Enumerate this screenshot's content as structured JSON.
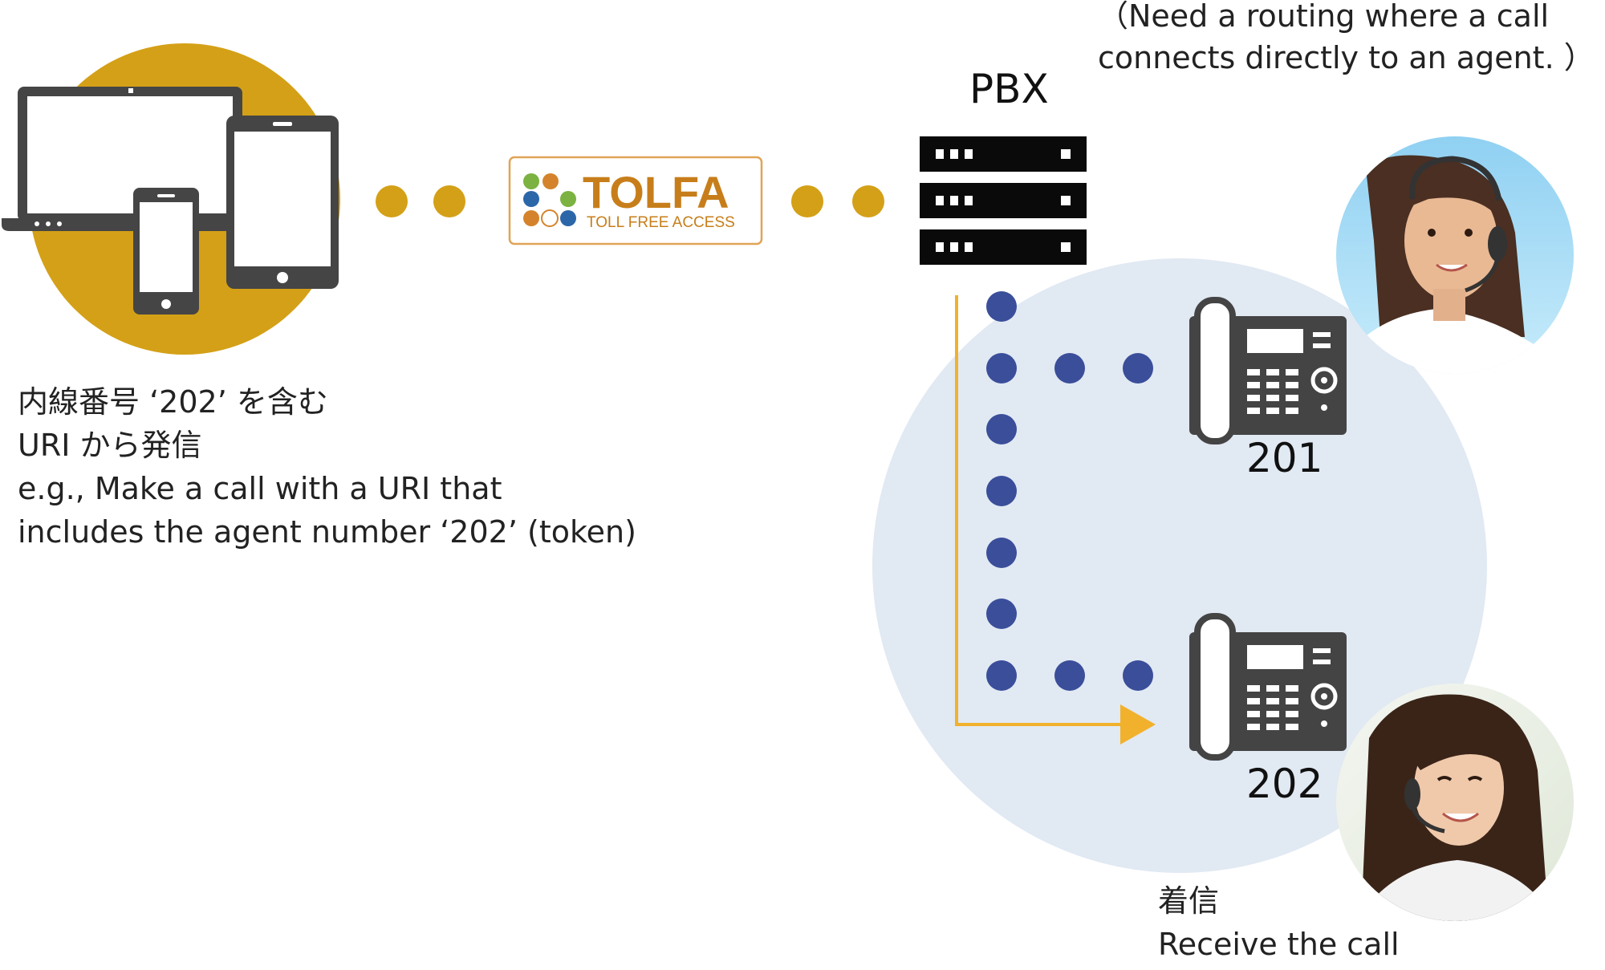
{
  "colors": {
    "gold": "#D4A017",
    "logo_border": "#E0A456",
    "logo_text": "#C77E1A",
    "pbx": "#0a0a0a",
    "dot_blue": "#3A4E9A",
    "region_fill": "#E1E9F3",
    "arrow": "#F2B12C",
    "device": "#454545",
    "phone": "#444444"
  },
  "routing_note": {
    "line1": "（Need a routing where a call",
    "line2": "connects directly to an agent. ）"
  },
  "pbx": {
    "label": "PBX"
  },
  "logo": {
    "name": "TOLFA",
    "tagline": "TOLL FREE ACCESS"
  },
  "caller": {
    "icon": "multi-device-icon",
    "line1": "内線番号 ‘202’ を含む",
    "line2": "URI から発信",
    "line3": "e.g., Make a call with a URI that",
    "line4": "includes the agent number ‘202’ (token)"
  },
  "extensions": [
    {
      "number": "201",
      "icon": "desk-phone-icon",
      "agent": "agent-headset-photo"
    },
    {
      "number": "202",
      "icon": "desk-phone-icon",
      "agent": "agent-headset-photo"
    }
  ],
  "receive": {
    "line1": "着信",
    "line2": "Receive the call"
  }
}
